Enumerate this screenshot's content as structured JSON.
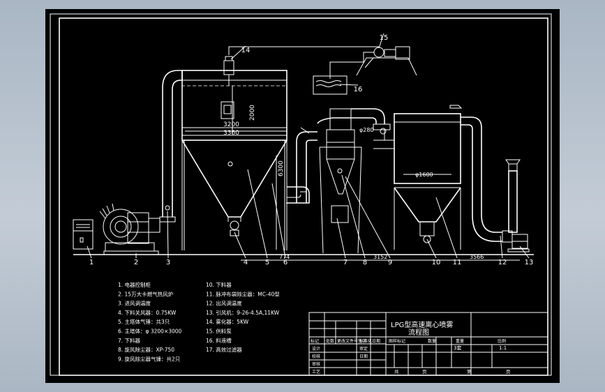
{
  "drawing": {
    "title_line1": "LPG型高速离心喷雾",
    "title_line2": "流程图"
  },
  "callouts": [
    "1",
    "2",
    "3",
    "4",
    "5",
    "6",
    "7",
    "8",
    "9",
    "10",
    "11",
    "12",
    "13",
    "14",
    "15",
    "16"
  ],
  "dimensions": {
    "d3200": "3200",
    "d3360": "3360",
    "d2000": "2000",
    "d6300": "6300",
    "d774": "774",
    "d3152": "3152",
    "d3566": "3566",
    "d1600": "φ1600",
    "d280": "φ280"
  },
  "legend": {
    "left": [
      "1. 电器控制柜",
      "2. 15万大卡燃气热风炉",
      "3. 进风调温度",
      "4. 下料关风器：0.75KW",
      "5. 主塔体气锤：共3只",
      "6. 主塔体：φ 3200×3000",
      "7. 下料器",
      "8. 旋风除尘器：XP-750",
      "9. 旋风除尘器气锤：共2只"
    ],
    "right": [
      "10. 下料器",
      "11. 脉冲布袋除尘器：MC-40型",
      "12. 出风调温度",
      "13. 引风机：9-26-4.5A,11KW",
      "14. 雾化器：5KW",
      "15. 供料泵",
      "16. 料液槽",
      "17. 高效过滤器"
    ]
  },
  "title_block": {
    "col_headers": [
      "标记",
      "处数",
      "更改文件号",
      "签字",
      "日期"
    ],
    "row_labels": [
      "设计",
      "校核",
      "审核",
      "工艺"
    ],
    "mid_labels": [
      "标准化",
      "审定",
      "日期"
    ],
    "stage_headers": [
      "图样标记",
      "数量",
      "重量",
      "比例"
    ],
    "scale_value": "1:1",
    "count_value": "3套",
    "sheet_footer": [
      "共",
      "页",
      "第",
      "页"
    ]
  }
}
